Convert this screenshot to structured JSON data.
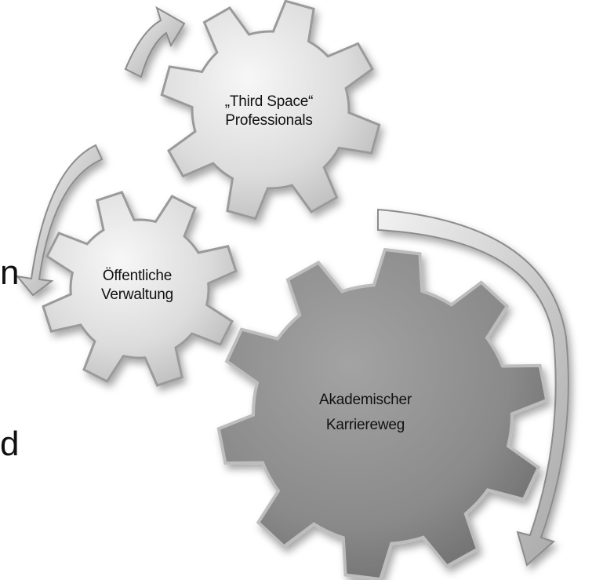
{
  "gears": [
    {
      "id": "third-space",
      "lines": [
        "„Third Space“",
        "Professionals"
      ],
      "fill": "#e3e3e3"
    },
    {
      "id": "oeffentliche",
      "lines": [
        "Öffentliche",
        "Verwaltung"
      ],
      "fill": "#dadada"
    },
    {
      "id": "akademisch",
      "lines": [
        "Akademischer",
        "Karriereweg"
      ],
      "fill": "#8f8f8f"
    }
  ],
  "edge_fragments": [
    "n",
    "d"
  ]
}
